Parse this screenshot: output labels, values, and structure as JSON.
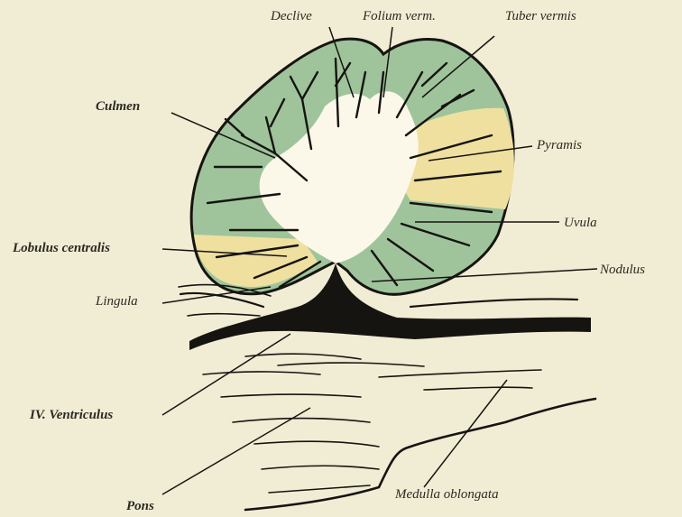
{
  "labels": {
    "declive": "Declive",
    "folium": "Folium verm.",
    "tuber": "Tuber vermis",
    "culmen": "Culmen",
    "pyramis": "Pyramis",
    "uvula": "Uvula",
    "lobulus": "Lobulus centralis",
    "nodulus": "Nodulus",
    "lingula": "Lingula",
    "ventriculus": "IV. Ventriculus",
    "pons": "Pons",
    "medulla": "Medulla oblongata"
  },
  "colors": {
    "background": "#f1ecd4",
    "green_lobules": "#9fc49b",
    "yellow_lobules": "#efe0a0",
    "white_matter": "#fbf8ea",
    "ink": "#161410"
  }
}
